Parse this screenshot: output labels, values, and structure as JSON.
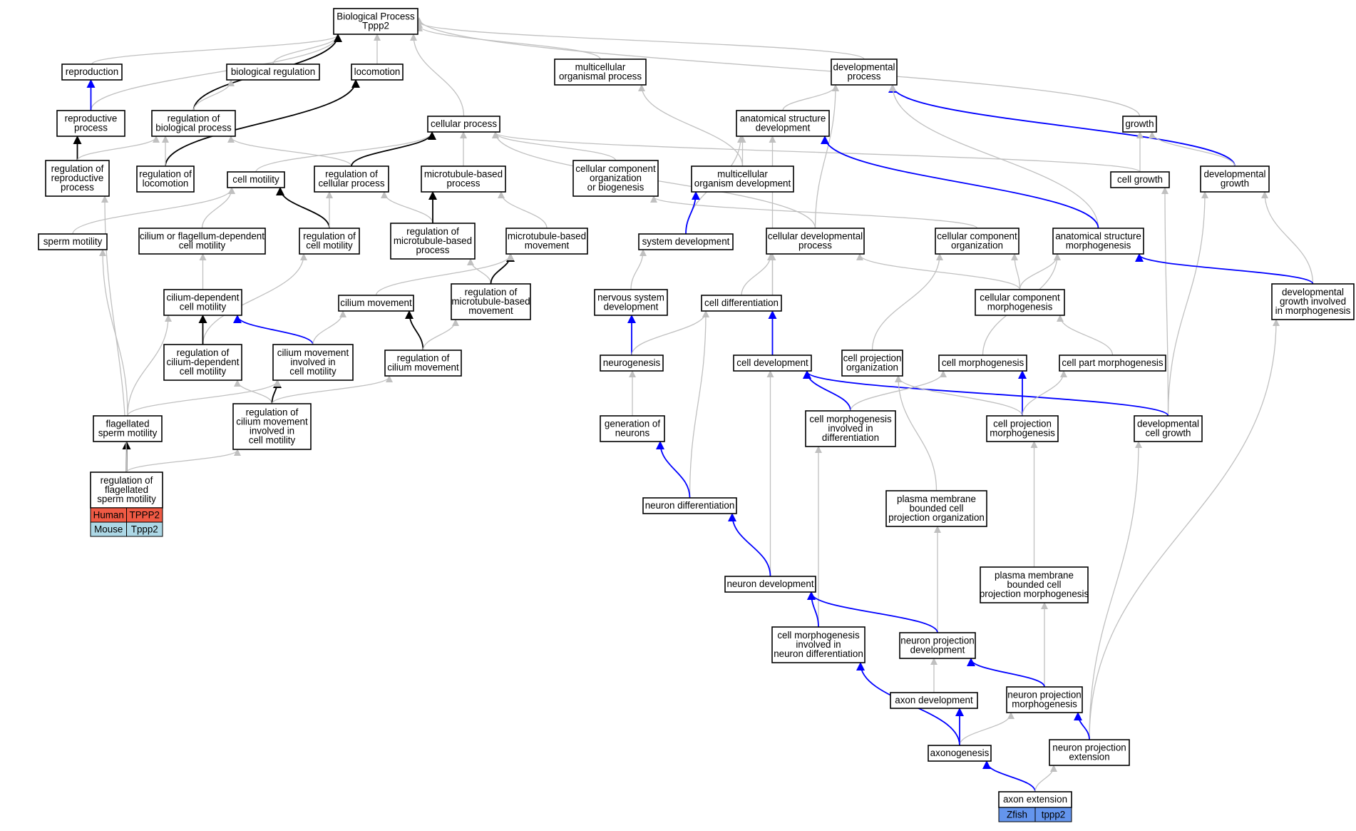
{
  "colors": {
    "gray_edge": "#c0c0c0",
    "black_edge": "#000000",
    "blue_edge": "#0000ff",
    "human": "#ef5a44",
    "mouse": "#add8e6",
    "zfish": "#6495ed"
  },
  "nodes": {
    "bp": [
      "Biological Process",
      "Tppp2"
    ],
    "reproduction": [
      "reproduction"
    ],
    "bioreg": [
      "biological regulation"
    ],
    "locomotion": [
      "locomotion"
    ],
    "mop": [
      "multicellular",
      "organismal process"
    ],
    "devproc": [
      "developmental",
      "process"
    ],
    "repproc": [
      "reproductive",
      "process"
    ],
    "regbio": [
      "regulation of",
      "biological process"
    ],
    "cellproc": [
      "cellular process"
    ],
    "asd": [
      "anatomical structure",
      "development"
    ],
    "growth": [
      "growth"
    ],
    "regrep": [
      "regulation of",
      "reproductive",
      "process"
    ],
    "regloc": [
      "regulation of",
      "locomotion"
    ],
    "cellmot": [
      "cell motility"
    ],
    "regcell": [
      "regulation of",
      "cellular process"
    ],
    "mtbp": [
      "microtubule-based",
      "process"
    ],
    "ccob": [
      "cellular component",
      "organization",
      "or biogenesis"
    ],
    "mod": [
      "multicellular",
      "organism development"
    ],
    "cellgrowth": [
      "cell growth"
    ],
    "devgrowth": [
      "developmental",
      "growth"
    ],
    "spermmot": [
      "sperm motility"
    ],
    "ciliumflag": [
      "cilium or flagellum-dependent",
      "cell motility"
    ],
    "regcellmot": [
      "regulation of",
      "cell motility"
    ],
    "regmtbp": [
      "regulation of",
      "microtubule-based",
      "process"
    ],
    "mtbm": [
      "microtubule-based",
      "movement"
    ],
    "sysdev": [
      "system development"
    ],
    "celldevproc": [
      "cellular developmental",
      "process"
    ],
    "cco": [
      "cellular component",
      "organization"
    ],
    "asm": [
      "anatomical structure",
      "morphogenesis"
    ],
    "cdcm": [
      "cilium-dependent",
      "cell motility"
    ],
    "cilmov": [
      "cilium movement"
    ],
    "regmtbm": [
      "regulation of",
      "microtubule-based",
      "movement"
    ],
    "nsd": [
      "nervous system",
      "development"
    ],
    "celldiff": [
      "cell differentiation"
    ],
    "ccm": [
      "cellular component",
      "morphogenesis"
    ],
    "dgim": [
      "developmental",
      "growth involved",
      "in morphogenesis"
    ],
    "regcdcm": [
      "regulation of",
      "cilium-dependent",
      "cell motility"
    ],
    "cmicm": [
      "cilium movement",
      "involved in",
      "cell motility"
    ],
    "regcilmov": [
      "regulation of",
      "cilium movement"
    ],
    "neurogenesis": [
      "neurogenesis"
    ],
    "celldev": [
      "cell development"
    ],
    "cpo": [
      "cell projection",
      "organization"
    ],
    "cellmorph": [
      "cell morphogenesis"
    ],
    "cpartm": [
      "cell part morphogenesis"
    ],
    "flagsm": [
      "flagellated",
      "sperm motility"
    ],
    "regcmicm": [
      "regulation of",
      "cilium movement",
      "involved in",
      "cell motility"
    ],
    "gen": [
      "generation of",
      "neurons"
    ],
    "cmid": [
      "cell morphogenesis",
      "involved in",
      "differentiation"
    ],
    "cpm": [
      "cell projection",
      "morphogenesis"
    ],
    "dcg": [
      "developmental",
      "cell growth"
    ],
    "regfsm": [
      "regulation of",
      "flagellated",
      "sperm motility"
    ],
    "neurdiff": [
      "neuron differentiation"
    ],
    "pmbcpo": [
      "plasma membrane",
      "bounded cell",
      "projection organization"
    ],
    "pmbcpm": [
      "plasma membrane",
      "bounded cell",
      "projection morphogenesis"
    ],
    "neurdev": [
      "neuron development"
    ],
    "cmind": [
      "cell morphogenesis",
      "involved in",
      "neuron differentiation"
    ],
    "npd": [
      "neuron projection",
      "development"
    ],
    "axondev": [
      "axon development"
    ],
    "npm": [
      "neuron projection",
      "morphogenesis"
    ],
    "axonogenesis": [
      "axonogenesis"
    ],
    "npe": [
      "neuron projection",
      "extension"
    ],
    "axonext": [
      "axon extension"
    ]
  },
  "gene_tags": {
    "regfsm": [
      {
        "species": "Human",
        "gene": "TPPP2",
        "color": "#ef5a44"
      },
      {
        "species": "Mouse",
        "gene": "Tppp2",
        "color": "#add8e6"
      }
    ],
    "axonext": [
      {
        "species": "Zfish",
        "gene": "tppp2",
        "color": "#6495ed"
      }
    ]
  },
  "edges": [
    {
      "from": "reproduction",
      "to": "bp",
      "color": "gray"
    },
    {
      "from": "bioreg",
      "to": "bp",
      "color": "gray"
    },
    {
      "from": "locomotion",
      "to": "bp",
      "color": "gray"
    },
    {
      "from": "mop",
      "to": "bp",
      "color": "gray"
    },
    {
      "from": "devproc",
      "to": "bp",
      "color": "gray"
    },
    {
      "from": "growth",
      "to": "bp",
      "color": "gray"
    },
    {
      "from": "repproc",
      "to": "bp",
      "color": "gray"
    },
    {
      "from": "regbio",
      "to": "bp",
      "color": "black"
    },
    {
      "from": "cellproc",
      "to": "bp",
      "color": "gray"
    },
    {
      "from": "repproc",
      "to": "reproduction",
      "color": "blue"
    },
    {
      "from": "regbio",
      "to": "bioreg",
      "color": "gray"
    },
    {
      "from": "regloc",
      "to": "locomotion",
      "color": "black"
    },
    {
      "from": "regrep",
      "to": "repproc",
      "color": "black"
    },
    {
      "from": "regrep",
      "to": "regbio",
      "color": "gray"
    },
    {
      "from": "regloc",
      "to": "regbio",
      "color": "gray"
    },
    {
      "from": "regcell",
      "to": "regbio",
      "color": "gray"
    },
    {
      "from": "asd",
      "to": "devproc",
      "color": "gray"
    },
    {
      "from": "devgrowth",
      "to": "devproc",
      "color": "blue"
    },
    {
      "from": "asm",
      "to": "devproc",
      "color": "gray"
    },
    {
      "from": "celldevproc",
      "to": "devproc",
      "color": "gray"
    },
    {
      "from": "cellmot",
      "to": "cellproc",
      "color": "gray"
    },
    {
      "from": "regcell",
      "to": "cellproc",
      "color": "black"
    },
    {
      "from": "mtbp",
      "to": "cellproc",
      "color": "gray"
    },
    {
      "from": "ccob",
      "to": "cellproc",
      "color": "gray"
    },
    {
      "from": "cellgrowth",
      "to": "cellproc",
      "color": "gray"
    },
    {
      "from": "celldevproc",
      "to": "cellproc",
      "color": "gray"
    },
    {
      "from": "mod",
      "to": "mop",
      "color": "gray"
    },
    {
      "from": "mod",
      "to": "asd",
      "color": "gray"
    },
    {
      "from": "sysdev",
      "to": "asd",
      "color": "gray"
    },
    {
      "from": "asm",
      "to": "asd",
      "color": "blue"
    },
    {
      "from": "celldev",
      "to": "asd",
      "color": "gray"
    },
    {
      "from": "cellgrowth",
      "to": "growth",
      "color": "gray"
    },
    {
      "from": "devgrowth",
      "to": "growth",
      "color": "gray"
    },
    {
      "from": "spermmot",
      "to": "cellmot",
      "color": "gray"
    },
    {
      "from": "ciliumflag",
      "to": "cellmot",
      "color": "gray"
    },
    {
      "from": "regcellmot",
      "to": "cellmot",
      "color": "black"
    },
    {
      "from": "regcellmot",
      "to": "regcell",
      "color": "gray"
    },
    {
      "from": "regmtbp",
      "to": "regcell",
      "color": "gray"
    },
    {
      "from": "regmtbp",
      "to": "mtbp",
      "color": "black"
    },
    {
      "from": "mtbm",
      "to": "mtbp",
      "color": "gray"
    },
    {
      "from": "cco",
      "to": "ccob",
      "color": "gray"
    },
    {
      "from": "sysdev",
      "to": "mod",
      "color": "blue"
    },
    {
      "from": "dcg",
      "to": "cellgrowth",
      "color": "gray"
    },
    {
      "from": "dgim",
      "to": "devgrowth",
      "color": "gray"
    },
    {
      "from": "dcg",
      "to": "devgrowth",
      "color": "gray"
    },
    {
      "from": "flagsm",
      "to": "spermmot",
      "color": "gray"
    },
    {
      "from": "cdcm",
      "to": "ciliumflag",
      "color": "gray"
    },
    {
      "from": "regcdcm",
      "to": "regcellmot",
      "color": "gray"
    },
    {
      "from": "regmtbm",
      "to": "regmtbp",
      "color": "gray"
    },
    {
      "from": "regmtbm",
      "to": "mtbm",
      "color": "black"
    },
    {
      "from": "cilmov",
      "to": "mtbm",
      "color": "gray"
    },
    {
      "from": "nsd",
      "to": "sysdev",
      "color": "gray"
    },
    {
      "from": "celldiff",
      "to": "celldevproc",
      "color": "gray"
    },
    {
      "from": "celldev",
      "to": "celldevproc",
      "color": "gray"
    },
    {
      "from": "ccm",
      "to": "celldevproc",
      "color": "gray"
    },
    {
      "from": "ccm",
      "to": "cco",
      "color": "gray"
    },
    {
      "from": "cpo",
      "to": "cco",
      "color": "gray"
    },
    {
      "from": "ccm",
      "to": "asm",
      "color": "gray"
    },
    {
      "from": "dgim",
      "to": "asm",
      "color": "blue"
    },
    {
      "from": "cellmorph",
      "to": "asm",
      "color": "gray"
    },
    {
      "from": "regcdcm",
      "to": "cdcm",
      "color": "black"
    },
    {
      "from": "cmicm",
      "to": "cdcm",
      "color": "blue"
    },
    {
      "from": "flagsm",
      "to": "cdcm",
      "color": "gray"
    },
    {
      "from": "cmicm",
      "to": "cilmov",
      "color": "gray"
    },
    {
      "from": "regcilmov",
      "to": "cilmov",
      "color": "black"
    },
    {
      "from": "regcilmov",
      "to": "regmtbm",
      "color": "gray"
    },
    {
      "from": "neurogenesis",
      "to": "nsd",
      "color": "blue"
    },
    {
      "from": "neurogenesis",
      "to": "celldiff",
      "color": "gray"
    },
    {
      "from": "celldev",
      "to": "celldiff",
      "color": "blue"
    },
    {
      "from": "neurdiff",
      "to": "celldiff",
      "color": "gray"
    },
    {
      "from": "cpartm",
      "to": "ccm",
      "color": "gray"
    },
    {
      "from": "npe",
      "to": "dgim",
      "color": "gray"
    },
    {
      "from": "regcmicm",
      "to": "regcdcm",
      "color": "gray"
    },
    {
      "from": "regcmicm",
      "to": "cmicm",
      "color": "black"
    },
    {
      "from": "flagsm",
      "to": "cmicm",
      "color": "gray"
    },
    {
      "from": "regcmicm",
      "to": "regcilmov",
      "color": "gray"
    },
    {
      "from": "gen",
      "to": "neurogenesis",
      "color": "gray"
    },
    {
      "from": "cmid",
      "to": "celldev",
      "color": "blue"
    },
    {
      "from": "dcg",
      "to": "celldev",
      "color": "blue"
    },
    {
      "from": "neurdev",
      "to": "celldev",
      "color": "gray"
    },
    {
      "from": "cpm",
      "to": "cpo",
      "color": "gray"
    },
    {
      "from": "pmbcpo",
      "to": "cpo",
      "color": "gray"
    },
    {
      "from": "cmid",
      "to": "cellmorph",
      "color": "gray"
    },
    {
      "from": "cpm",
      "to": "cellmorph",
      "color": "blue"
    },
    {
      "from": "cpm",
      "to": "cpartm",
      "color": "gray"
    },
    {
      "from": "regfsm",
      "to": "flagsm",
      "color": "black"
    },
    {
      "from": "regfsm",
      "to": "regcmicm",
      "color": "gray"
    },
    {
      "from": "regfsm",
      "to": "regrep",
      "color": "gray"
    },
    {
      "from": "neurdiff",
      "to": "gen",
      "color": "blue"
    },
    {
      "from": "cmind",
      "to": "cmid",
      "color": "gray"
    },
    {
      "from": "pmbcpm",
      "to": "cpm",
      "color": "gray"
    },
    {
      "from": "npe",
      "to": "dcg",
      "color": "gray"
    },
    {
      "from": "neurdev",
      "to": "neurdiff",
      "color": "blue"
    },
    {
      "from": "npd",
      "to": "pmbcpo",
      "color": "gray"
    },
    {
      "from": "npm",
      "to": "pmbcpm",
      "color": "gray"
    },
    {
      "from": "cmind",
      "to": "neurdev",
      "color": "blue"
    },
    {
      "from": "npd",
      "to": "neurdev",
      "color": "blue"
    },
    {
      "from": "axondev",
      "to": "npd",
      "color": "gray"
    },
    {
      "from": "npm",
      "to": "npd",
      "color": "blue"
    },
    {
      "from": "axonogenesis",
      "to": "axondev",
      "color": "blue"
    },
    {
      "from": "axonogenesis",
      "to": "npm",
      "color": "gray"
    },
    {
      "from": "npe",
      "to": "npm",
      "color": "blue"
    },
    {
      "from": "axonogenesis",
      "to": "cmind",
      "color": "blue"
    },
    {
      "from": "axonext",
      "to": "axonogenesis",
      "color": "blue"
    },
    {
      "from": "axonext",
      "to": "npe",
      "color": "gray"
    }
  ]
}
